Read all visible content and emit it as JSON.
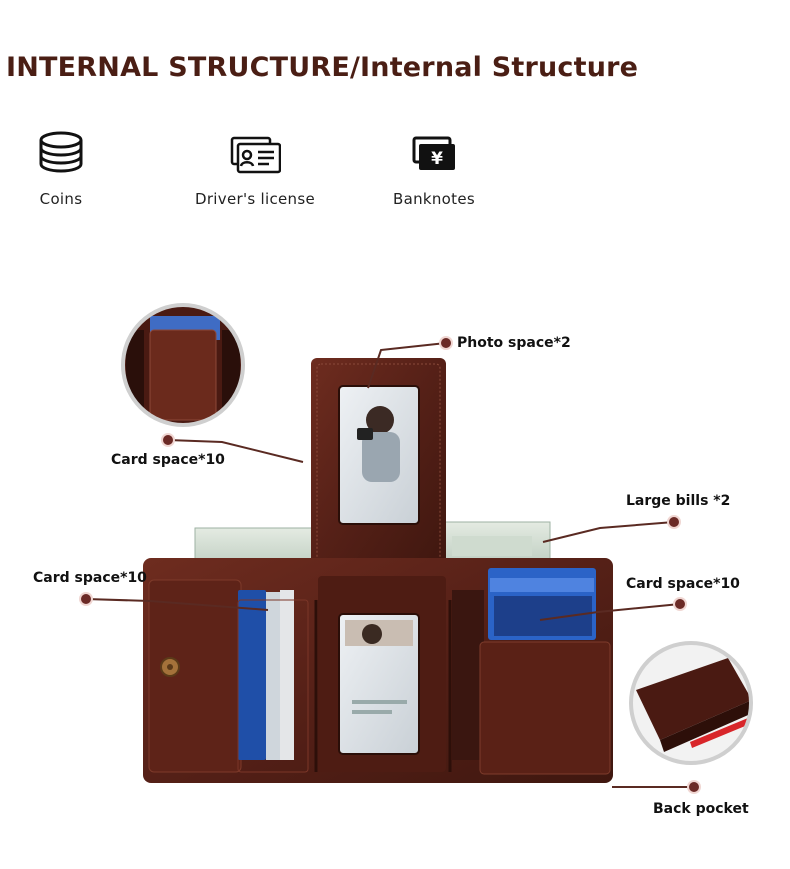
{
  "header": {
    "title": "INTERNAL STRUCTURE/Internal Structure"
  },
  "features": [
    {
      "label": "Coins",
      "icon": "coins-icon"
    },
    {
      "label": "Driver's license",
      "icon": "id-card-icon"
    },
    {
      "label": "Banknotes",
      "icon": "banknote-icon"
    }
  ],
  "callouts": {
    "photo_space": "Photo space*2",
    "card_space_top": "Card space*10",
    "large_bills": "Large bills *2",
    "card_space_left": "Card space*10",
    "card_space_right": "Card space*10",
    "back_pocket": "Back pocket"
  },
  "colors": {
    "leather": "#5c2419",
    "leather_dark": "#3a140d",
    "callout_line": "#5a2a22",
    "dot": "#6b2a26",
    "title": "#4a1e14"
  }
}
